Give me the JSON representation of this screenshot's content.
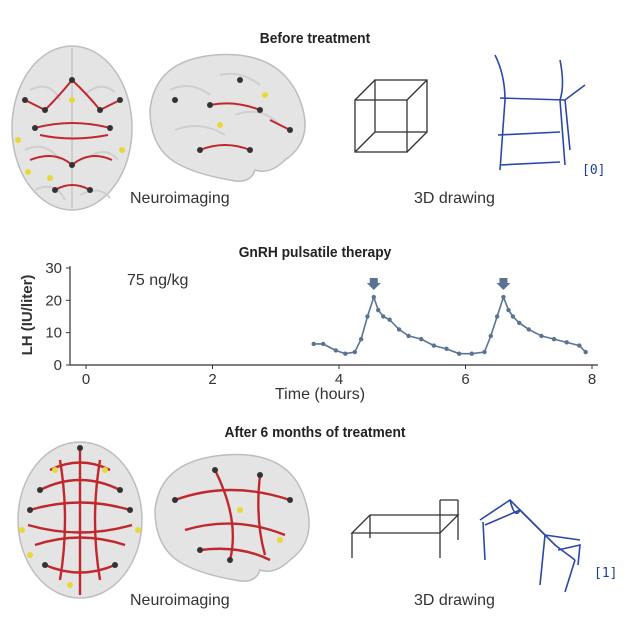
{
  "top": {
    "title": "Before treatment",
    "neuro_caption": "Neuroimaging",
    "drawing_caption": "3D drawing",
    "score": "[0]"
  },
  "middle": {
    "title": "GnRH pulsatile therapy",
    "dose": "75 ng/kg"
  },
  "bottom": {
    "title": "After 6 months of treatment",
    "neuro_caption": "Neuroimaging",
    "drawing_caption": "3D drawing",
    "score": "[1]"
  },
  "colors": {
    "series": "#5b7393",
    "tract": "#c0282d",
    "node_yellow": "#e8d83a",
    "node_dark": "#333333",
    "pen": "#2a48a8"
  },
  "chart_data": {
    "type": "line",
    "xlabel": "Time (hours)",
    "ylabel": "LH (IU/liter)",
    "xlim": [
      0,
      8
    ],
    "ylim": [
      0,
      30
    ],
    "xticks": [
      "0",
      "2",
      "4",
      "6",
      "8"
    ],
    "yticks": [
      "0",
      "10",
      "20",
      "30"
    ],
    "pulse_markers_x": [
      4.55,
      6.6
    ],
    "series": [
      {
        "x": [
          3.6,
          3.75,
          3.95,
          4.1,
          4.25,
          4.35,
          4.45,
          4.55,
          4.62,
          4.7,
          4.8,
          4.95,
          5.1,
          5.3,
          5.5,
          5.7,
          5.9,
          6.1,
          6.3,
          6.4,
          6.5,
          6.6,
          6.68,
          6.75,
          6.85,
          7.0,
          7.2,
          7.4,
          7.6,
          7.8,
          7.9
        ],
        "y": [
          6.5,
          6.5,
          4.5,
          3.5,
          4,
          8,
          15,
          21,
          17,
          15,
          14,
          11,
          9,
          8,
          6,
          5,
          3.5,
          3.5,
          4,
          9,
          15,
          21,
          17,
          15,
          13,
          11,
          9,
          8,
          7,
          6,
          4
        ]
      }
    ]
  }
}
